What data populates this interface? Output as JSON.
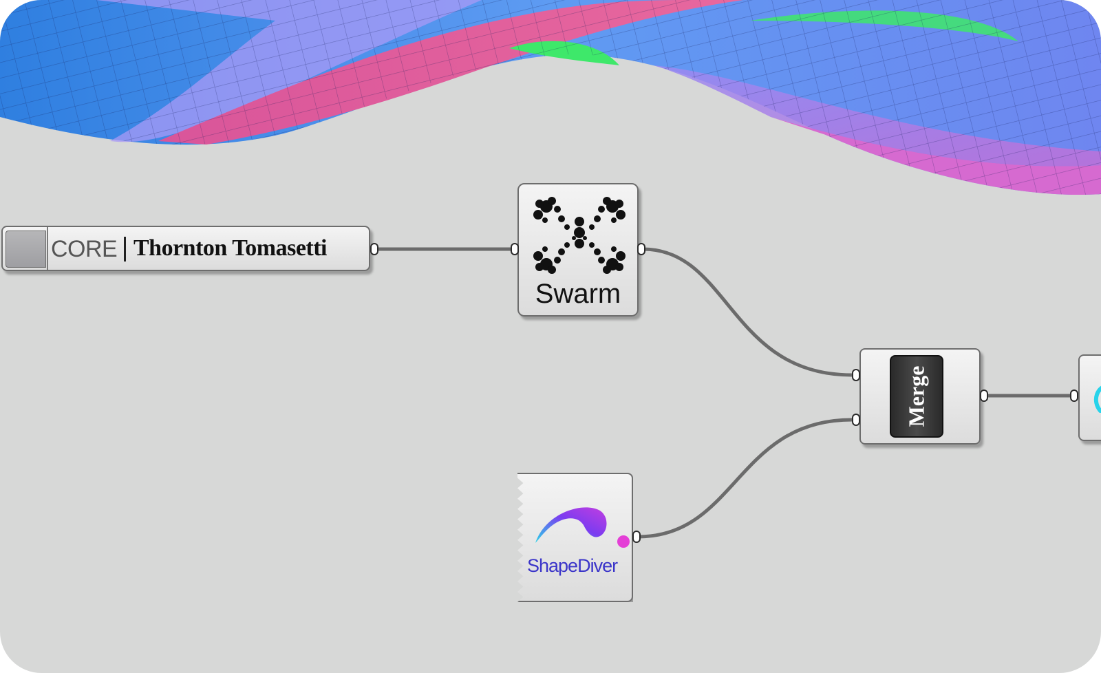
{
  "canvas": {
    "background": "#d7d8d7",
    "wire_color": "#6b6b6b"
  },
  "header_art": {
    "icon": "colorful-mesh-surface",
    "colors": [
      "#3b8ae6",
      "#7aa6f7",
      "#e85b93",
      "#3ee86a",
      "#b07ae8"
    ]
  },
  "nodes": {
    "tt_panel": {
      "prefix": "CORE",
      "name": "Thornton Tomasetti"
    },
    "swarm": {
      "label": "Swarm",
      "icon": "swarm-icon"
    },
    "merge": {
      "label": "Merge"
    },
    "shapediver": {
      "label": "ShapeDiver",
      "icon": "shapediver-logo-icon",
      "brand_colors": [
        "#2ad4e8",
        "#7c3cf0",
        "#e43fd6"
      ]
    },
    "edge_node": {
      "icon": "cyan-arc-icon"
    }
  }
}
